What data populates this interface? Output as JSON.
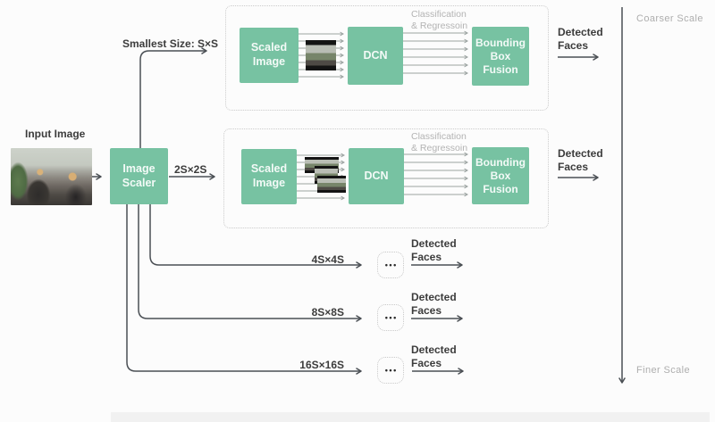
{
  "colors": {
    "accent_green": "#77c2a2",
    "arrow_dark": "#4a4f54",
    "thin_line_gray": "#9ba3a1",
    "muted_label": "#aeaeae",
    "dark_text": "#3c3c3c"
  },
  "input": {
    "label": "Input Image"
  },
  "scaler": {
    "label": "Image Scaler"
  },
  "rows": [
    {
      "size_label": "Smallest Size: S×S",
      "scaled_label": "Scaled Image",
      "dcn_label": "DCN",
      "cls_line1": "Classification",
      "cls_line2": "& Regressoin",
      "fusion_label": "Bounding Box Fusion",
      "detected_label": "Detected Faces"
    },
    {
      "size_label": "2S×2S",
      "scaled_label": "Scaled Image",
      "dcn_label": "DCN",
      "cls_line1": "Classification",
      "cls_line2": "& Regressoin",
      "fusion_label": "Bounding Box Fusion",
      "detected_label": "Detected Faces"
    },
    {
      "size_label": "4S×4S",
      "ellipsis": "•••",
      "detected_label": "Detected Faces"
    },
    {
      "size_label": "8S×8S",
      "ellipsis": "•••",
      "detected_label": "Detected Faces"
    },
    {
      "size_label": "16S×16S",
      "ellipsis": "•••",
      "detected_label": "Detected Faces"
    }
  ],
  "scale_axis": {
    "top_label": "Coarser Scale",
    "bottom_label": "Finer Scale"
  }
}
